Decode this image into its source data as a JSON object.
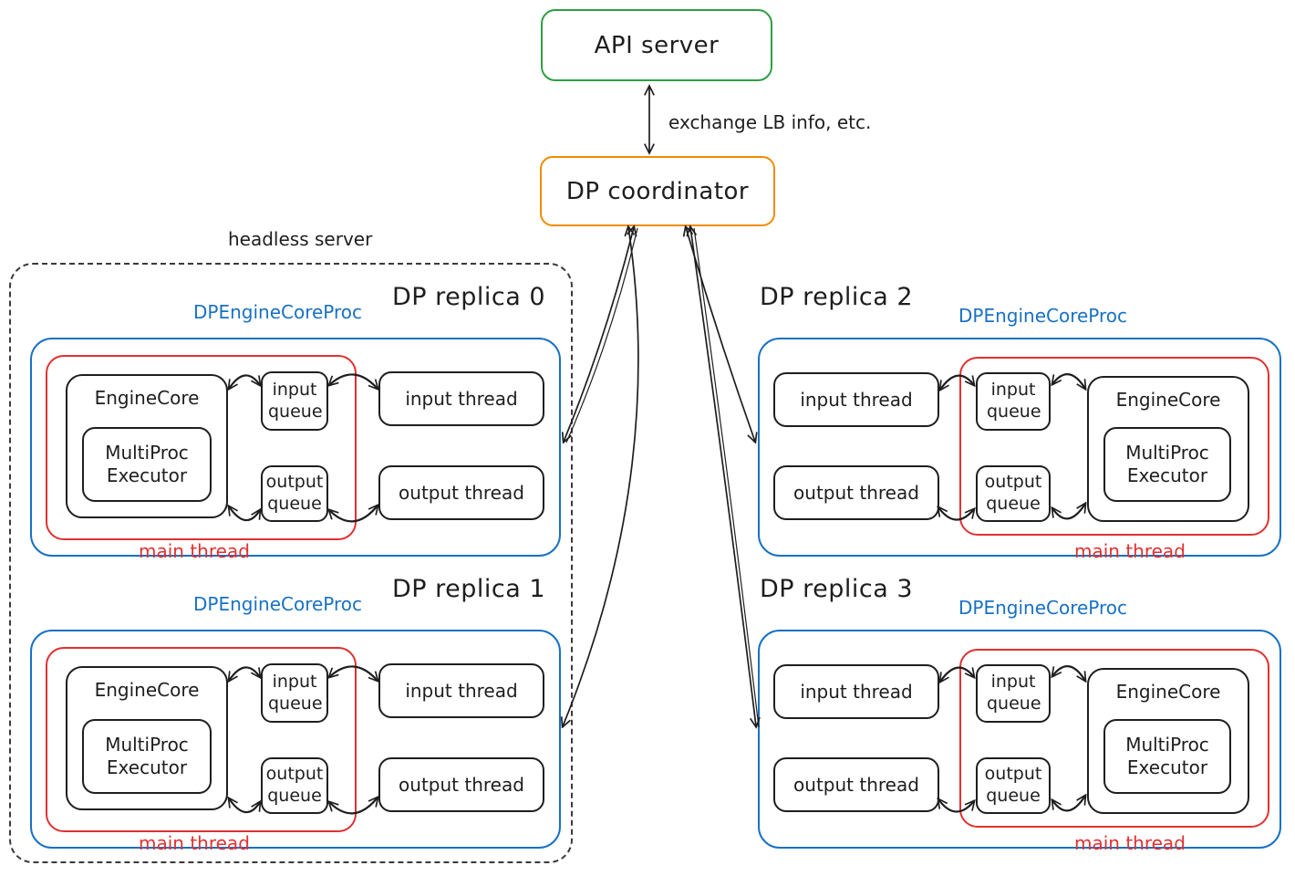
{
  "top": {
    "api_server": "API server",
    "coordinator": "DP coordinator",
    "exchange_note": "exchange LB info, etc."
  },
  "headless_label": "headless server",
  "replicas": [
    {
      "title": "DP replica 0",
      "proc": "DPEngineCoreProc",
      "main_thread": "main thread",
      "engine_core": "EngineCore",
      "executor": "MultiProc Executor",
      "input_queue": "input queue",
      "output_queue": "output queue",
      "input_thread": "input thread",
      "output_thread": "output thread"
    },
    {
      "title": "DP replica 1",
      "proc": "DPEngineCoreProc",
      "main_thread": "main thread",
      "engine_core": "EngineCore",
      "executor": "MultiProc Executor",
      "input_queue": "input queue",
      "output_queue": "output queue",
      "input_thread": "input thread",
      "output_thread": "output thread"
    },
    {
      "title": "DP replica 2",
      "proc": "DPEngineCoreProc",
      "main_thread": "main thread",
      "engine_core": "EngineCore",
      "executor": "MultiProc Executor",
      "input_queue": "input queue",
      "output_queue": "output queue",
      "input_thread": "input thread",
      "output_thread": "output thread"
    },
    {
      "title": "DP replica 3",
      "proc": "DPEngineCoreProc",
      "main_thread": "main thread",
      "engine_core": "EngineCore",
      "executor": "MultiProc Executor",
      "input_queue": "input queue",
      "output_queue": "output queue",
      "input_thread": "input thread",
      "output_thread": "output thread"
    }
  ],
  "colors": {
    "api_border": "#2f9e44",
    "coordinator_border": "#f08c00",
    "proc_border": "#1971c2",
    "main_thread_border": "#e03131",
    "ink": "#1e1e1e"
  }
}
